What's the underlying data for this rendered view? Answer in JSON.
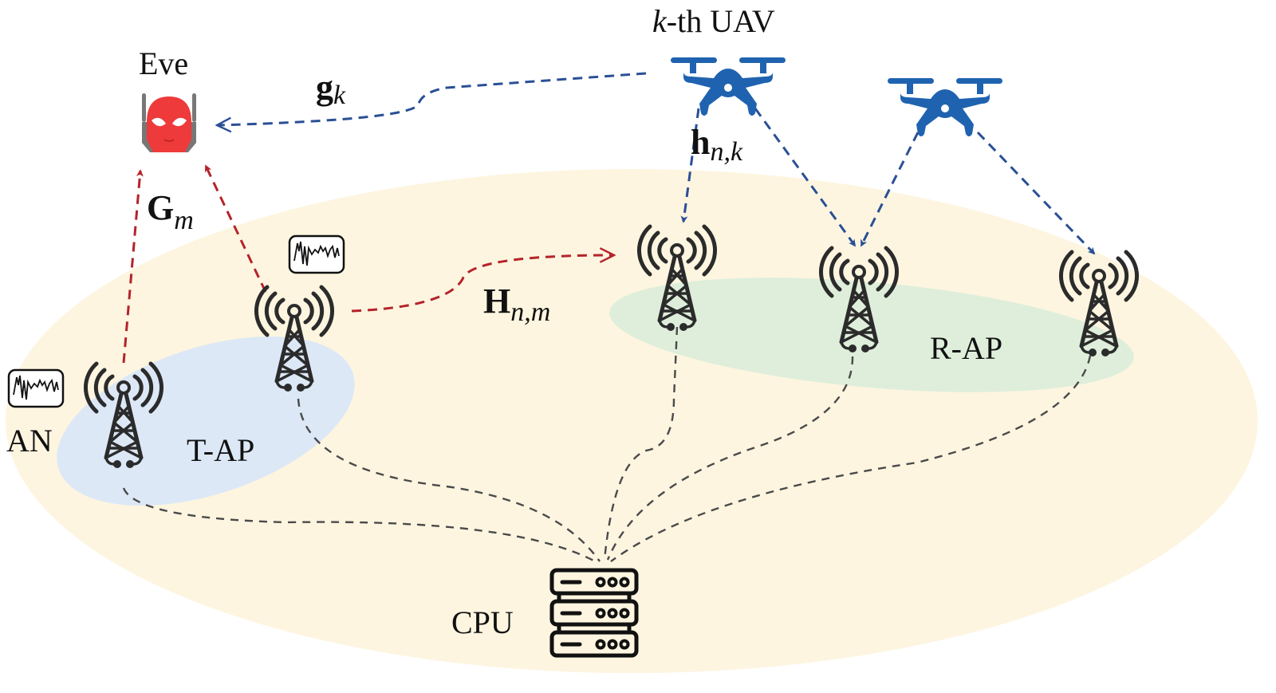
{
  "diagram": {
    "title": "Cell-free UAV secure communication system model",
    "colors": {
      "coverage_area": "#fdf5e0",
      "t_ap_cluster": "#dce8f6",
      "r_ap_cluster": "#deeedb",
      "eve_red": "#ee3a3a",
      "eve_gray": "#777777",
      "uav_blue": "#1f63b0",
      "link_red": "#b5232a",
      "link_blue": "#2a4f95",
      "fronthaul_gray": "#4a4a4a",
      "icon_dark": "#2b2b2b"
    },
    "nodes": {
      "eve": {
        "label": "Eve",
        "icon": "spy-head-icon"
      },
      "uav_k": {
        "label_italic": "k",
        "label_rest": "-th UAV",
        "icon": "drone-icon"
      },
      "uav_other": {
        "icon": "drone-icon"
      },
      "an": {
        "label": "AN",
        "icon": "noise-signal-icon"
      },
      "t_ap_group": {
        "label": "T-AP"
      },
      "r_ap_group": {
        "label": "R-AP"
      },
      "cpu": {
        "label": "CPU",
        "icon": "server-rack-icon"
      },
      "towers": [
        {
          "id": "t-ap-1",
          "group": "T-AP",
          "noise": true
        },
        {
          "id": "t-ap-2",
          "group": "T-AP",
          "noise": true
        },
        {
          "id": "r-ap-1",
          "group": "R-AP"
        },
        {
          "id": "r-ap-2",
          "group": "R-AP"
        },
        {
          "id": "r-ap-3",
          "group": "R-AP"
        }
      ]
    },
    "channels": {
      "g_k": {
        "main": "g",
        "sub": "k",
        "from": "k-th UAV",
        "to": "Eve",
        "style": "blue-dashed"
      },
      "h_nk": {
        "main": "h",
        "sub": "n,k",
        "from": "k-th UAV",
        "to": "R-AP",
        "style": "blue-dashed"
      },
      "G_m": {
        "main": "G",
        "sub": "m",
        "from": "T-AP",
        "to": "Eve",
        "style": "red-dashed"
      },
      "H_nm": {
        "main": "H",
        "sub": "n,m",
        "from": "T-AP",
        "to": "R-AP",
        "style": "red-dashed"
      }
    },
    "fronthaul": {
      "from": "all APs",
      "to": "CPU",
      "style": "gray-dashed"
    }
  }
}
